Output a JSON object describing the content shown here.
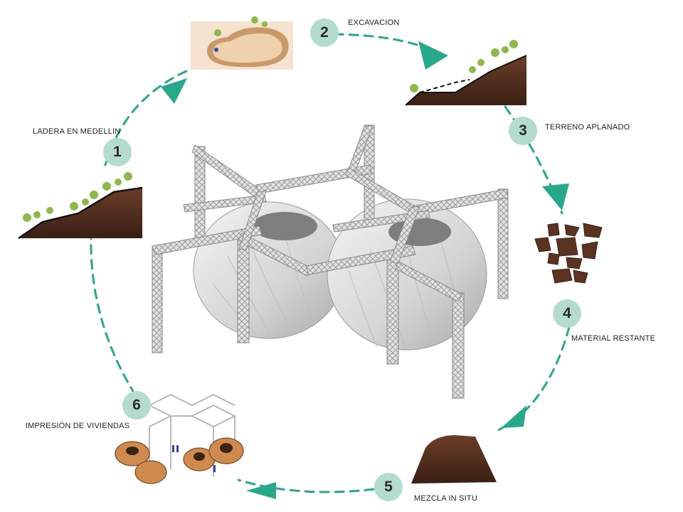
{
  "colors": {
    "cycle_line": "#27a88a",
    "badge_fill": "#b3dccf",
    "soil": "#5a3322",
    "soil_dark": "#3e2116",
    "foliage": "#8fb84a",
    "structure": "#d6d6d6"
  },
  "steps": [
    {
      "number": "1",
      "label": "LADERA EN MEDELLIN",
      "icon": "hillside-icon"
    },
    {
      "number": "2",
      "label": "EXCAVACION",
      "icon": "excavation-icon"
    },
    {
      "number": "3",
      "label": "TERRENO APLANADO",
      "icon": "leveled-terrain-icon"
    },
    {
      "number": "4",
      "label": "MATERIAL RESTANTE",
      "icon": "leftover-material-icon"
    },
    {
      "number": "5",
      "label": "MEZCLA IN SITU",
      "icon": "soil-mix-icon"
    },
    {
      "number": "6",
      "label": "IMPRESIÓN DE VIVIENDAS",
      "icon": "housing-print-icon"
    }
  ],
  "center_illustration": "3d-printer-gantry-dome-icon"
}
